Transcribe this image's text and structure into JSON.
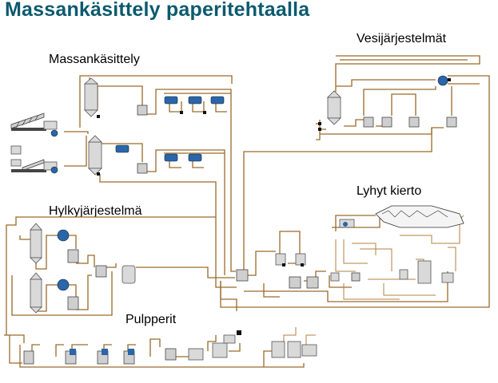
{
  "page": {
    "title": "Massankäsittely paperitehtaalla"
  },
  "sections": {
    "massankasittely": "Massankäsittely",
    "vesijarjestelmat": "Vesijärjestelmät",
    "lyhyt_kierto": "Lyhyt kierto",
    "hylkyjarjestelma": "Hylkyjärjestelmä",
    "pulpperit": "Pulpperit"
  },
  "colors": {
    "title": "#0b5a6e",
    "pipe": "#9a6a2a",
    "pump": "#2a66a8"
  }
}
